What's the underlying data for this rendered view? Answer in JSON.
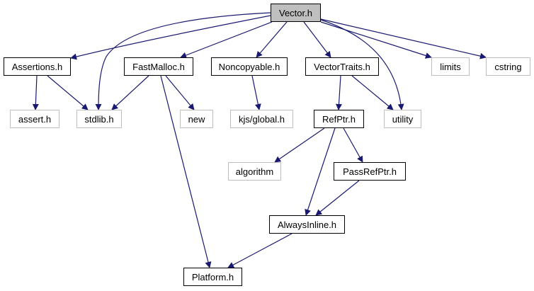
{
  "graph": {
    "title": "Vector.h include dependency graph",
    "edge_color": "#191970",
    "nodes": [
      {
        "id": "vector",
        "label": "Vector.h",
        "kind": "root"
      },
      {
        "id": "assertions",
        "label": "Assertions.h",
        "kind": "internal"
      },
      {
        "id": "fastmalloc",
        "label": "FastMalloc.h",
        "kind": "internal"
      },
      {
        "id": "noncopyable",
        "label": "Noncopyable.h",
        "kind": "internal"
      },
      {
        "id": "vectortraits",
        "label": "VectorTraits.h",
        "kind": "internal"
      },
      {
        "id": "limits",
        "label": "limits",
        "kind": "external"
      },
      {
        "id": "cstring",
        "label": "cstring",
        "kind": "external"
      },
      {
        "id": "assert",
        "label": "assert.h",
        "kind": "external"
      },
      {
        "id": "stdlib",
        "label": "stdlib.h",
        "kind": "external"
      },
      {
        "id": "new",
        "label": "new",
        "kind": "external"
      },
      {
        "id": "kjsglobal",
        "label": "kjs/global.h",
        "kind": "external"
      },
      {
        "id": "refptr",
        "label": "RefPtr.h",
        "kind": "internal"
      },
      {
        "id": "utility",
        "label": "utility",
        "kind": "external"
      },
      {
        "id": "algorithm",
        "label": "algorithm",
        "kind": "external"
      },
      {
        "id": "passrefptr",
        "label": "PassRefPtr.h",
        "kind": "internal"
      },
      {
        "id": "alwaysinline",
        "label": "AlwaysInline.h",
        "kind": "internal"
      },
      {
        "id": "platform",
        "label": "Platform.h",
        "kind": "internal"
      }
    ],
    "edges": [
      {
        "from": "vector",
        "to": "assertions"
      },
      {
        "from": "vector",
        "to": "stdlib"
      },
      {
        "from": "vector",
        "to": "fastmalloc"
      },
      {
        "from": "vector",
        "to": "noncopyable"
      },
      {
        "from": "vector",
        "to": "vectortraits"
      },
      {
        "from": "vector",
        "to": "utility"
      },
      {
        "from": "vector",
        "to": "limits"
      },
      {
        "from": "vector",
        "to": "cstring"
      },
      {
        "from": "assertions",
        "to": "assert"
      },
      {
        "from": "assertions",
        "to": "stdlib"
      },
      {
        "from": "fastmalloc",
        "to": "stdlib"
      },
      {
        "from": "fastmalloc",
        "to": "new"
      },
      {
        "from": "fastmalloc",
        "to": "platform"
      },
      {
        "from": "noncopyable",
        "to": "kjsglobal"
      },
      {
        "from": "vectortraits",
        "to": "refptr"
      },
      {
        "from": "vectortraits",
        "to": "utility"
      },
      {
        "from": "refptr",
        "to": "algorithm"
      },
      {
        "from": "refptr",
        "to": "alwaysinline"
      },
      {
        "from": "refptr",
        "to": "passrefptr"
      },
      {
        "from": "passrefptr",
        "to": "alwaysinline"
      },
      {
        "from": "alwaysinline",
        "to": "platform"
      }
    ]
  }
}
